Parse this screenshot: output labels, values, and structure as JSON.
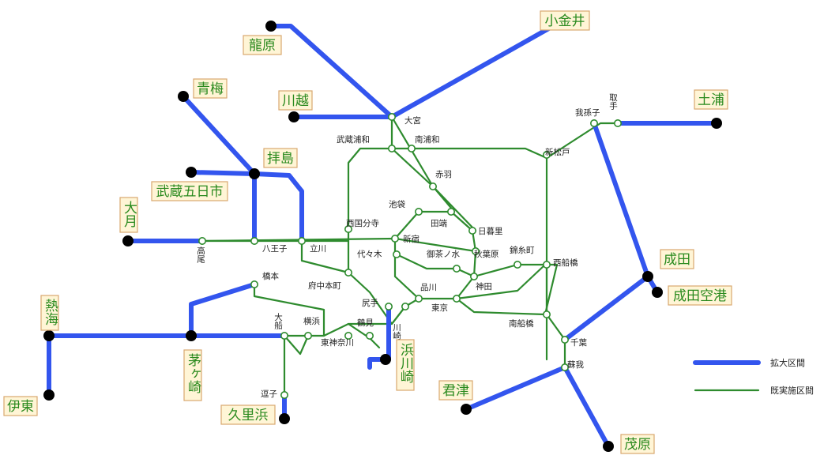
{
  "colors": {
    "extended": "#3355ee",
    "current": "#2e8b2e",
    "label": "#2a8a1e"
  },
  "legend": {
    "extended": "拡大区間",
    "current": "既実施区間"
  },
  "terminals": {
    "ryugasaki": "龍原",
    "koganei": "小金井",
    "kawagoe": "川越",
    "ome": "青梅",
    "haijima": "拝島",
    "itsukaichi": "武蔵五日市",
    "otsuki": "大月",
    "tsuchiura": "土浦",
    "narita": "成田",
    "narita_airport": "成田空港",
    "atami": "熱海",
    "chigasaki": "茅ヶ崎",
    "ito": "伊東",
    "kurihama": "久里浜",
    "hamakawasaki": "浜川崎",
    "kimitsu": "君津",
    "mobara": "茂原"
  },
  "stations": {
    "omiya": "大宮",
    "musashiurawa": "武蔵浦和",
    "minamiurawa": "南浦和",
    "akabane": "赤羽",
    "ikebukuro": "池袋",
    "tabata": "田端",
    "nippori": "日暮里",
    "shinmatsudo": "新松戸",
    "abiko": "我孫子",
    "toride": "取手",
    "takao": "高尾",
    "hachioji": "八王子",
    "tachikawa": "立川",
    "nishikokubunji": "西国分寺",
    "shinjuku": "新宿",
    "yoyogi": "代々木",
    "ochanomizu": "御茶ノ水",
    "akihabara": "秋葉原",
    "kinshicho": "錦糸町",
    "nishifunabashi": "西船橋",
    "hashimoto": "橋本",
    "fuchuhommachi": "府中本町",
    "kanda": "神田",
    "shinagawa": "品川",
    "tokyo": "東京",
    "shiriteshi": "尻手",
    "kawasaki": "川崎",
    "tsurumi": "鶴見",
    "higashikanagawa": "東神奈川",
    "yokohama": "横浜",
    "ofuna": "大船",
    "minamifunabashi": "南船橋",
    "chiba": "千葉",
    "soga": "蘇我",
    "zushi": "逗子"
  }
}
